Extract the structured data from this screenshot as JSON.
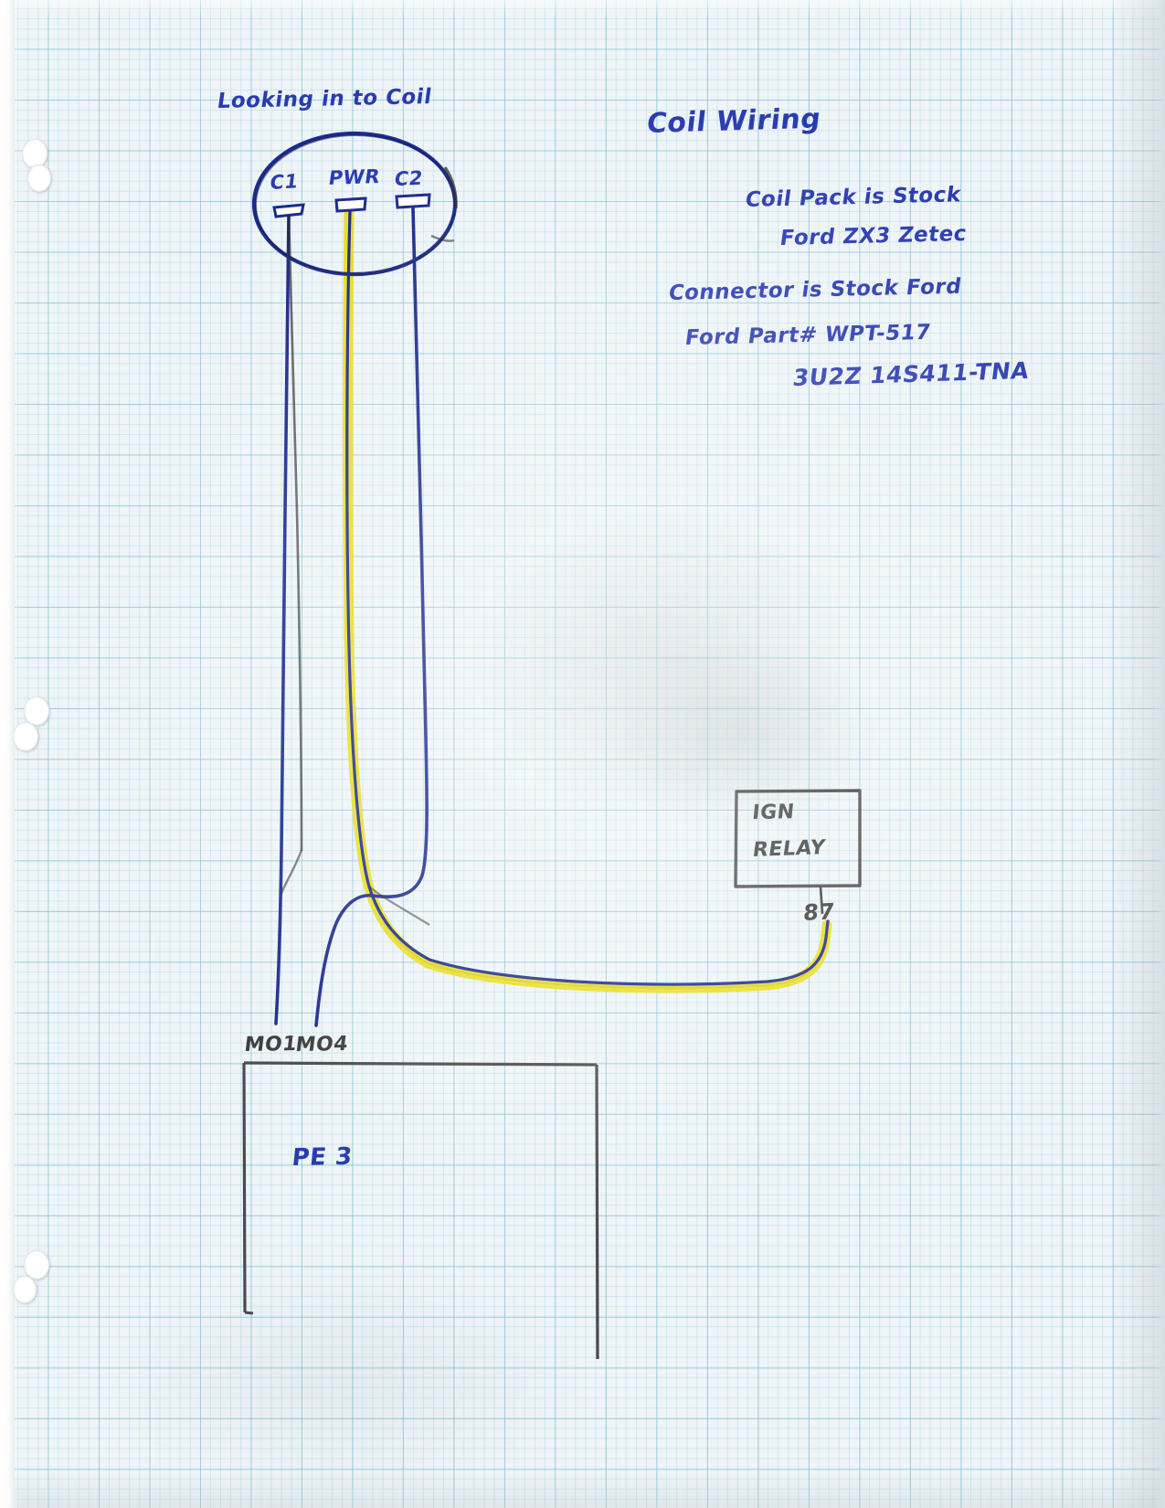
{
  "document": {
    "medium": "hand-drawn pen and pencil sketch on blue graph paper",
    "title": "Coil Wiring"
  },
  "labels": {
    "looking_into_coil": "Looking in to Coil",
    "title": "Coil Wiring"
  },
  "notes": [
    "Coil Pack is Stock",
    "Ford ZX3 Zetec",
    "Connector is Stock Ford",
    "Ford Part# WPT-517",
    "3U2Z 14S411-TNA"
  ],
  "connector": {
    "name": "coil-connector",
    "view_label": "Looking in to Coil",
    "pins": [
      {
        "label": "C1",
        "wire_color": "#1b2a8c",
        "wire_color_name": "blue",
        "destination": "MO1"
      },
      {
        "label": "PWR",
        "wire_color": "#e8dc1e",
        "wire_color_name": "yellow",
        "destination": "IGN RELAY 87"
      },
      {
        "label": "C2",
        "wire_color": "#1b2a8c",
        "wire_color_name": "blue",
        "destination": "MO4"
      }
    ]
  },
  "relay": {
    "line1": "IGN",
    "line2": "RELAY",
    "terminal": "87"
  },
  "ecu": {
    "label": "PE 3",
    "pins": [
      "MO1",
      "MO4"
    ]
  },
  "colors": {
    "ink_blue": "#2a3bb0",
    "wire_blue": "#1b2a8c",
    "wire_yellow": "#e8dc1e",
    "pencil_gray": "#3a3a3a",
    "paper": "#eef4f7",
    "grid_line": "#78bed2"
  }
}
